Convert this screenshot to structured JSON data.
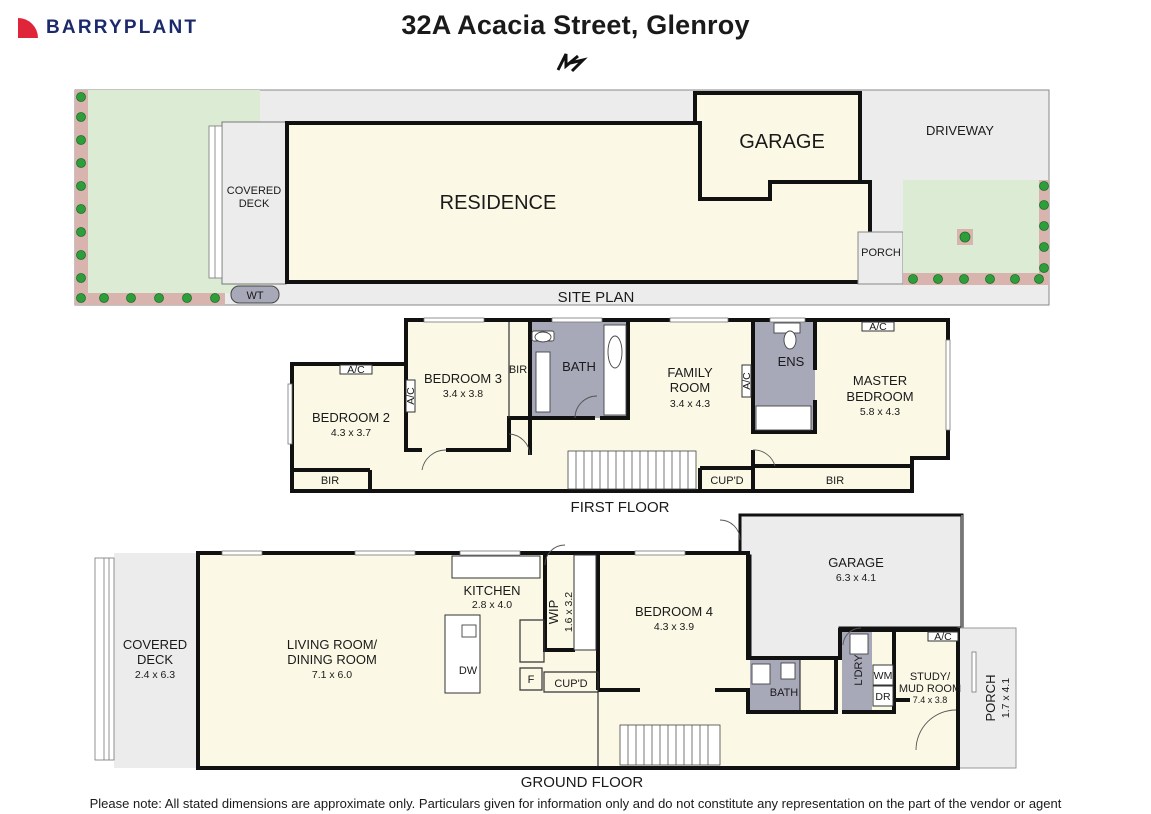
{
  "header": {
    "brand": "BARRYPLANT",
    "title": "32A Acacia Street, Glenroy"
  },
  "site_plan": {
    "heading": "SITE PLAN",
    "residence": "RESIDENCE",
    "garage": "GARAGE",
    "driveway": "DRIVEWAY",
    "covered_deck_line1": "COVERED",
    "covered_deck_line2": "DECK",
    "wt": "WT",
    "porch": "PORCH"
  },
  "first_floor": {
    "heading": "FIRST FLOOR",
    "bedroom2": {
      "name": "BEDROOM 2",
      "dim": "4.3 x 3.7"
    },
    "bedroom3": {
      "name": "BEDROOM 3",
      "dim": "3.4 x 3.8"
    },
    "bath": "BATH",
    "family": {
      "name_line1": "FAMILY",
      "name_line2": "ROOM",
      "dim": "3.4 x 4.3"
    },
    "ens": "ENS",
    "master": {
      "name_line1": "MASTER",
      "name_line2": "BEDROOM",
      "dim": "5.8 x 4.3"
    },
    "bir": "BIR",
    "ac": "A/C",
    "cupd": "CUP'D"
  },
  "ground_floor": {
    "heading": "GROUND FLOOR",
    "covered_deck": {
      "name_line1": "COVERED",
      "name_line2": "DECK",
      "dim": "2.4 x 6.3"
    },
    "living": {
      "name_line1": "LIVING ROOM/",
      "name_line2": "DINING ROOM",
      "dim": "7.1 x 6.0"
    },
    "kitchen": {
      "name": "KITCHEN",
      "dim": "2.8 x 4.0"
    },
    "wip": {
      "name": "WIP",
      "dim": "1.6 x 3.2"
    },
    "bedroom4": {
      "name": "BEDROOM 4",
      "dim": "4.3 x 3.9"
    },
    "garage": {
      "name": "GARAGE",
      "dim": "6.3 x 4.1"
    },
    "bath": "BATH",
    "ldry": "L'DRY",
    "study": {
      "name_line1": "STUDY/",
      "name_line2": "MUD ROOM",
      "dim": "7.4 x 3.8"
    },
    "porch": {
      "name": "PORCH",
      "dim": "1.7 x 4.1"
    },
    "dw": "DW",
    "f": "F",
    "cupd": "CUP'D",
    "wm": "WM",
    "dr": "DR",
    "ac": "A/C"
  },
  "footer": {
    "disclaimer": "Please note: All stated dimensions are approximate only. Particulars given for information only and do not constitute any representation on the part of the vendor or agent"
  },
  "colors": {
    "residence_fill": "#fbf9e6",
    "paving": "#ececec",
    "lawn": "#dcebd3",
    "garden_bed": "#d9b3ad",
    "shrub": "#2e9e3b",
    "wet_area": "#a7a9b9",
    "brand": "#1c2a6b",
    "brand_mark": "#e0253a"
  }
}
